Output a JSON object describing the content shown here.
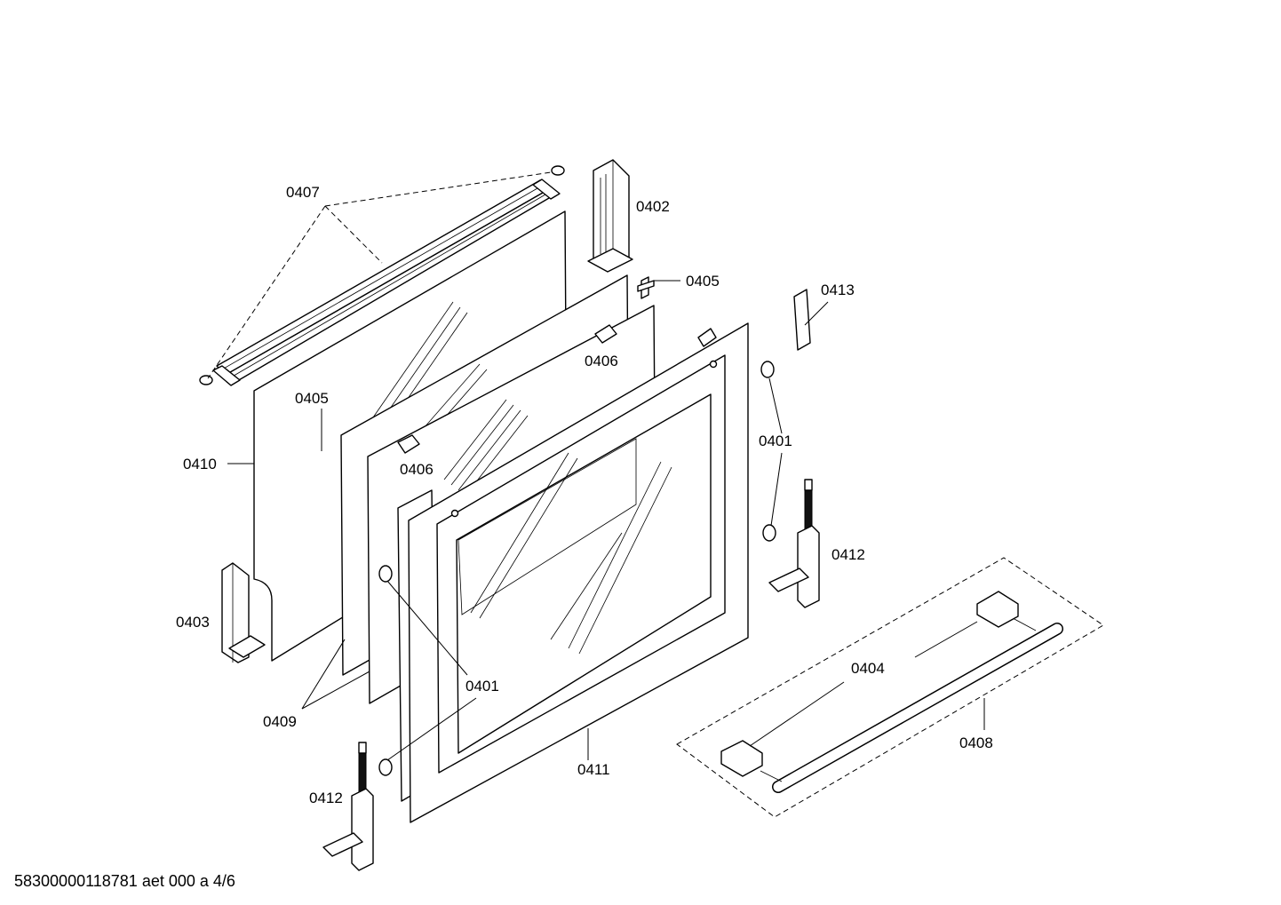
{
  "labels": {
    "l0407": "0407",
    "l0402": "0402",
    "l0405a": "0405",
    "l0413": "0413",
    "l0405b": "0405",
    "l0406a": "0406",
    "l0406b": "0406",
    "l0401a": "0401",
    "l0410": "0410",
    "l0412a": "0412",
    "l0403": "0403",
    "l0404": "0404",
    "l0401b": "0401",
    "l0409": "0409",
    "l0408": "0408",
    "l0411": "0411",
    "l0412b": "0412"
  },
  "footer": "58300000118781 aet 000 a 4/6"
}
